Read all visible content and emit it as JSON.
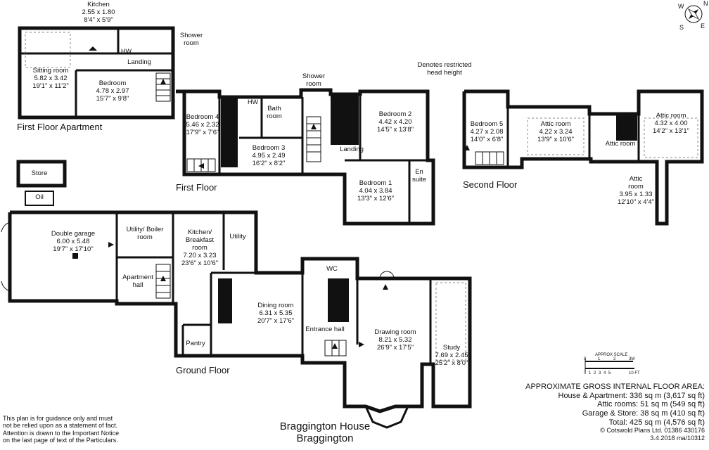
{
  "levels": {
    "apartment": "First Floor Apartment",
    "first": "First Floor",
    "second": "Second Floor",
    "ground": "Ground Floor"
  },
  "rooms": {
    "kitchen_apt": {
      "name": "Kitchen",
      "metric": "2.55 x 1.80",
      "imperial": "8'4\" x 5'9\""
    },
    "sitting": {
      "name": "Sitting room",
      "metric": "5.82 x 3.42",
      "imperial": "19'1\" x 11'2\""
    },
    "bedroom_apt": {
      "name": "Bedroom",
      "metric": "4.78 x 2.97",
      "imperial": "15'7\" x 9'8\""
    },
    "landing_apt": {
      "name": "Landing"
    },
    "shower_apt": {
      "name": "Shower room"
    },
    "bedroom4": {
      "name": "Bedroom 4",
      "metric": "5.46 x 2.32",
      "imperial": "17'9\" x 7'6\""
    },
    "bathroom": {
      "name": "Bath room"
    },
    "bedroom3": {
      "name": "Bedroom 3",
      "metric": "4.95 x 2.49",
      "imperial": "16'2\" x 8'2\""
    },
    "shower_first": {
      "name": "Shower room"
    },
    "bedroom2": {
      "name": "Bedroom 2",
      "metric": "4.42 x 4.20",
      "imperial": "14'5\" x 13'8\""
    },
    "landing_first": {
      "name": "Landing"
    },
    "bedroom1": {
      "name": "Bedroom 1",
      "metric": "4.04 x 3.84",
      "imperial": "13'3\" x 12'6\""
    },
    "ensuite": {
      "name": "En suite"
    },
    "bedroom5": {
      "name": "Bedroom 5",
      "metric": "4.27 x 2.08",
      "imperial": "14'0\" x 6'8\""
    },
    "attic1": {
      "name": "Attic room",
      "metric": "4.22 x 3.24",
      "imperial": "13'9\" x 10'6\""
    },
    "attic_mid": {
      "name": "Attic room"
    },
    "attic2": {
      "name": "Attic room",
      "metric": "4.32 x 4.00",
      "imperial": "14'2\" x 13'1\""
    },
    "attic3": {
      "name": "Attic room",
      "metric": "3.95 x 1.33",
      "imperial": "12'10\" x 4'4\""
    },
    "store": {
      "name": "Store"
    },
    "oil": {
      "name": "Oil"
    },
    "garage": {
      "name": "Double garage",
      "metric": "6.00 x 5.48",
      "imperial": "19'7\" x 17'10\""
    },
    "utility_boiler": {
      "name": "Utility/ Boiler room"
    },
    "apt_hall": {
      "name": "Apartment hall"
    },
    "kitchen_bfast": {
      "name": "Kitchen/ Breakfast room",
      "metric": "7.20 x 3.23",
      "imperial": "23'6\" x 10'6\""
    },
    "utility": {
      "name": "Utility"
    },
    "wc": {
      "name": "WC"
    },
    "dining": {
      "name": "Dining room",
      "metric": "6.31 x 5.35",
      "imperial": "20'7\" x 17'6\""
    },
    "entrance": {
      "name": "Entrance hall"
    },
    "drawing": {
      "name": "Drawing room",
      "metric": "8.21 x 5.32",
      "imperial": "26'9\" x 17'5\""
    },
    "study": {
      "name": "Study",
      "metric": "7.69 x 2.45",
      "imperial": "25'2\" x 8'0\""
    },
    "pantry": {
      "name": "Pantry"
    }
  },
  "fixtures": {
    "hw": "HW"
  },
  "notes": {
    "head_height": "Denotes restricted head height",
    "disclaimer": [
      "This plan is for guidance only and must",
      "not be relied upon as a statement of fact.",
      "Attention is drawn to the Important Notice",
      "on the last page of text of the Particulars."
    ]
  },
  "title": {
    "line1": "Braggington House",
    "line2": "Braggington"
  },
  "scale": {
    "label": "APPROX SCALE",
    "meter_ticks": [
      "0",
      "1",
      "2",
      "3M"
    ],
    "feet_ticks": [
      "0",
      "1",
      "2",
      "3",
      "4",
      "5",
      "10 FT"
    ]
  },
  "compass": {
    "n": "N",
    "s": "S",
    "e": "E",
    "w": "W"
  },
  "area": {
    "heading": "APPROXIMATE GROSS INTERNAL FLOOR AREA:",
    "lines": [
      "House & Apartment: 336 sq m (3,617 sq ft)",
      "Attic rooms: 51 sq m (549 sq ft)",
      "Garage & Store: 38 sq m (410 sq ft)",
      "Total: 425 sq m (4,576 sq ft)"
    ],
    "copyright": "Cotswold Plans Ltd. 01386 430176",
    "ref": "3.4.2018 ma/10312"
  }
}
